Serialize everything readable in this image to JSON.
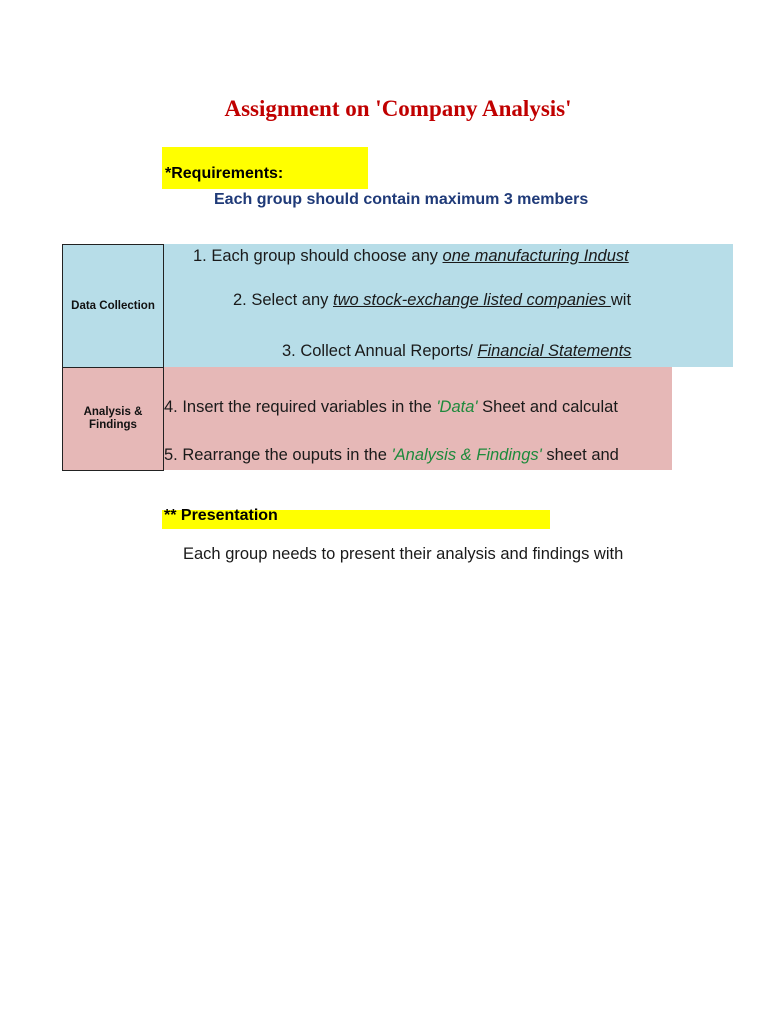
{
  "document": {
    "title": "Assignment on 'Company Analysis'",
    "requirements": {
      "heading": "*Requirements:",
      "note": "Each group should contain maximum 3 members"
    },
    "sections": [
      {
        "label": "Data Collection",
        "color": "#b7dde8",
        "items": [
          {
            "prefix": "1. Each group should choose any ",
            "emphasis": "one manufacturing Indust",
            "suffix": ""
          },
          {
            "prefix": "2. Select any ",
            "emphasis": "two stock-exchange listed companies ",
            "suffix": "wit"
          },
          {
            "prefix": "3. Collect Annual Reports/ ",
            "emphasis": "Financial Statements",
            "suffix": ""
          }
        ]
      },
      {
        "label": "Analysis & Findings",
        "color": "#e6b8b7",
        "items": [
          {
            "prefix": "4. Insert the required variables in the ",
            "emphasis": "'Data'",
            "suffix": " Sheet and calculat"
          },
          {
            "prefix": "5. Rearrange the ouputs in the ",
            "emphasis": "'Analysis & Findings'",
            "suffix": " sheet and"
          }
        ]
      }
    ],
    "presentation": {
      "heading": "** Presentation",
      "note": "Each group needs to present their analysis and findings with"
    }
  },
  "colors": {
    "title": "#c00000",
    "highlight": "#ffff00",
    "note_blue": "#1f3a78",
    "sheet_name_green": "#1e8a3c"
  }
}
